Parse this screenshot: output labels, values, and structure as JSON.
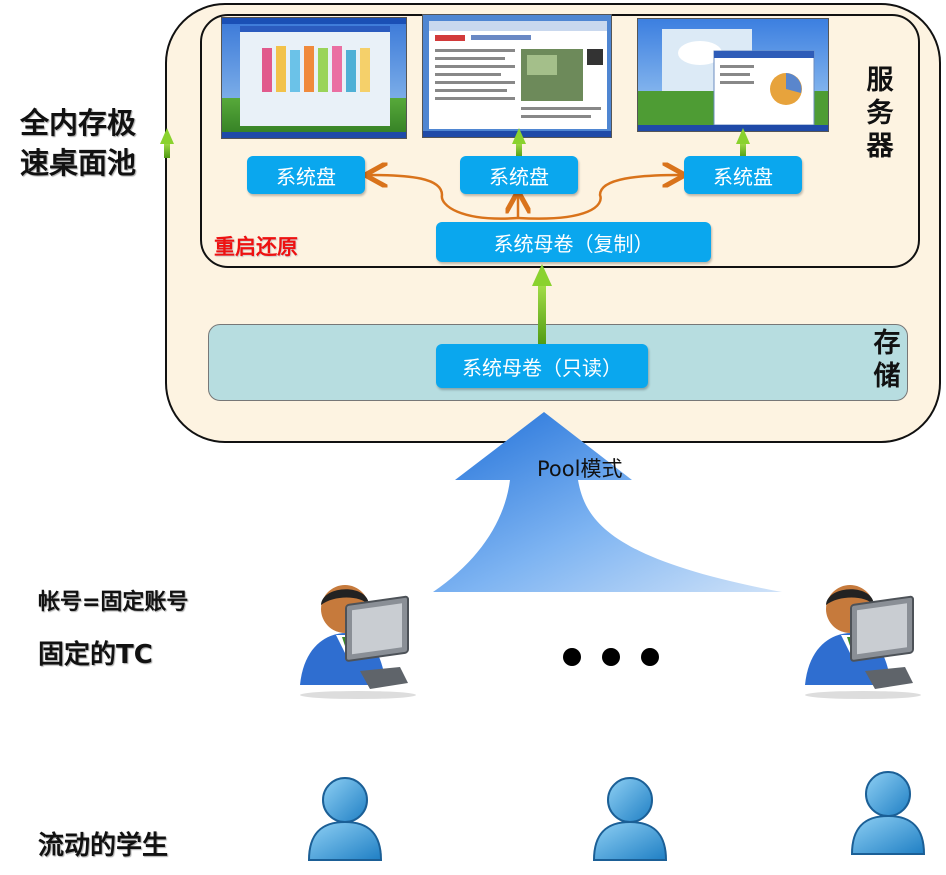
{
  "title": "全内存极速桌面池",
  "server_label": "服务器",
  "storage_label": "存储",
  "restore_label": "重启还原",
  "system_disks": [
    "系统盘",
    "系统盘",
    "系统盘"
  ],
  "master_copy": "系统母卷（复制）",
  "master_readonly": "系统母卷（只读）",
  "pool_label": "Pool模式",
  "account_label": "帐号=固定账号",
  "tc_label": "固定的TC",
  "students_label": "流动的学生",
  "colors": {
    "panel_fill": "#fdf3e1",
    "storage_fill": "#b7dde0",
    "disk_fill": "#0aa7ee",
    "restore_text": "#ee1111",
    "arrow_orange": "#d9731b",
    "arrow_green": "#7cc41e",
    "pool_arrow": "#5aa0f0"
  }
}
